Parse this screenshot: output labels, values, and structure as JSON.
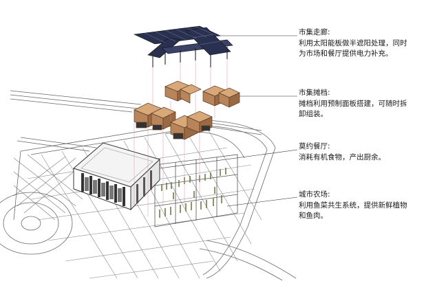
{
  "annotations": [
    {
      "title": "市集走廊:",
      "lines": [
        "利用太阳能板做半遮阳处理，同时",
        "为市场和餐厅提供电力补充。"
      ]
    },
    {
      "title": "市集摊档:",
      "lines": [
        "摊档利用预制面板搭建，可随时拆",
        "卸组装。"
      ]
    },
    {
      "title": "莫约餐厅:",
      "lines": [
        "消耗有机食物，产出厨余。"
      ]
    },
    {
      "title": "城市农场:",
      "lines": [
        "利用鱼菜共生系统，提供新鲜植物",
        "和鱼肉。"
      ]
    }
  ],
  "colors": {
    "line": "#555555",
    "leader": "#d88a9a",
    "crate": "#c4956a",
    "crate_dark": "#8a5e3c",
    "canopy": "#2a3050",
    "building": "#444444",
    "plant": "#6c7a48"
  }
}
